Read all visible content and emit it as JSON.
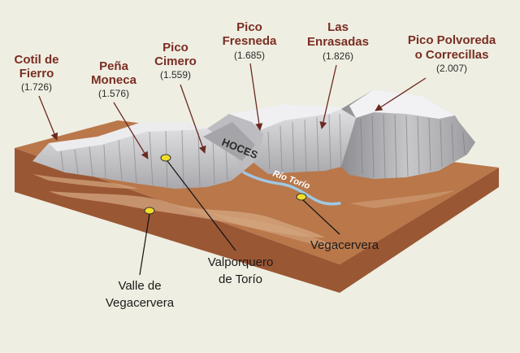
{
  "peaks": [
    {
      "name_lines": [
        "Cotil de",
        "Fierro"
      ],
      "elevation": "(1.726)"
    },
    {
      "name_lines": [
        "Peña",
        "Moneca"
      ],
      "elevation": "(1.576)"
    },
    {
      "name_lines": [
        "Pico",
        "Cimero"
      ],
      "elevation": "(1.559)"
    },
    {
      "name_lines": [
        "Pico",
        "Fresneda"
      ],
      "elevation": "(1.685)"
    },
    {
      "name_lines": [
        "Las",
        "Enrasadas"
      ],
      "elevation": "(1.826)"
    },
    {
      "name_lines": [
        "Pico Polvoreda",
        "o Correcillas"
      ],
      "elevation": "(2.007)"
    }
  ],
  "features": {
    "hoces": "HOCES",
    "river": "Río Torío"
  },
  "places": [
    {
      "name_lines": [
        "Valle de",
        "Vegacervera"
      ]
    },
    {
      "name_lines": [
        "Valporquero",
        "de Torío"
      ]
    },
    {
      "name_lines": [
        "Vegacervera"
      ]
    }
  ],
  "colors": {
    "background": "#efeee2",
    "terrain_top": "#b9774a",
    "terrain_front": "#9a5734",
    "rock": "#cfcfd1",
    "label_peak": "#7a2d22",
    "river": "#9fc8e4",
    "marker": "#f2dd2a"
  }
}
